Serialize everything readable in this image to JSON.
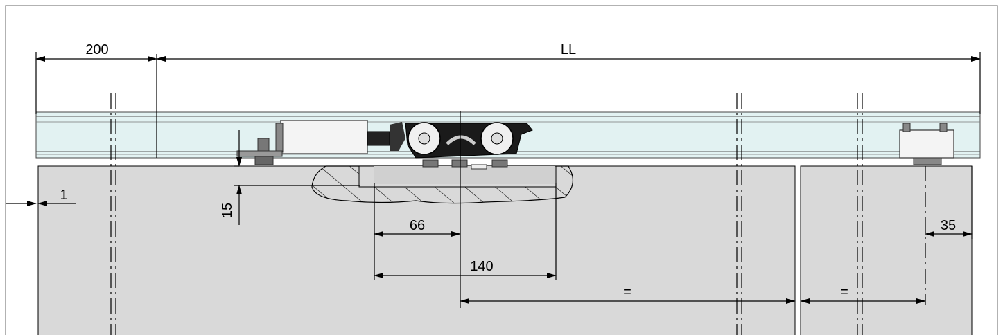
{
  "diagram": {
    "dimensions": {
      "wall_offset": "200",
      "rail_length": "LL",
      "gap": "1",
      "height": "15",
      "dim_66": "66",
      "dim_140": "140",
      "equal_left": "=",
      "equal_right": "=",
      "stopper_offset": "35"
    },
    "colors": {
      "door_panel": "#d9d9d9",
      "rail": "#e2f2f2",
      "frame": "#999999"
    }
  }
}
